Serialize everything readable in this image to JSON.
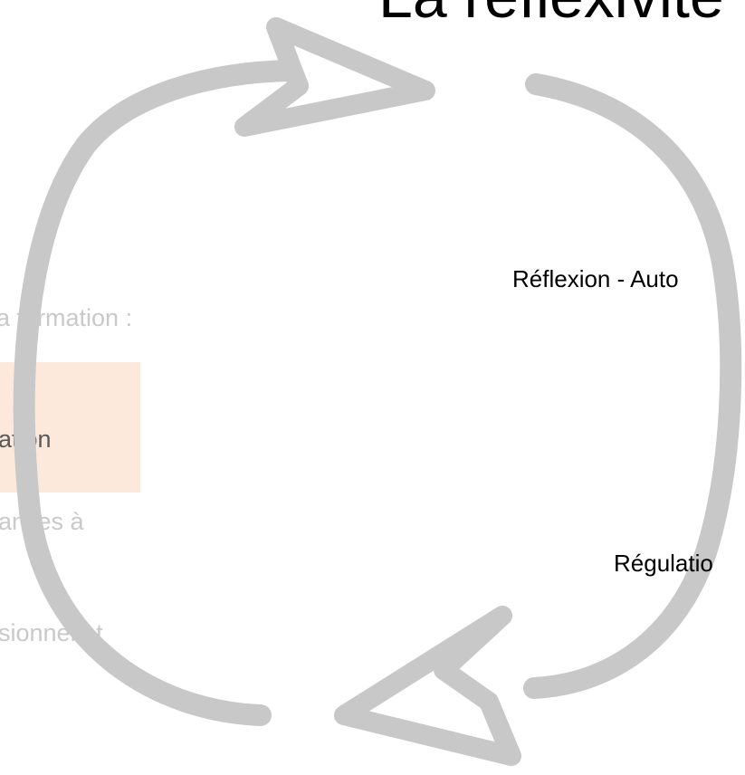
{
  "title": "La réflexivité",
  "background_text": {
    "line1": "a formation :",
    "line2": "ation",
    "line3": "ances à",
    "line4": "sionnel et"
  },
  "labels": {
    "top": "Réflexion - Auto",
    "bottom": "Régulatio"
  },
  "colors": {
    "arrow": "#c8c8c8",
    "highlight": "#fce9dc",
    "faded_text": "#c9c9c9"
  }
}
